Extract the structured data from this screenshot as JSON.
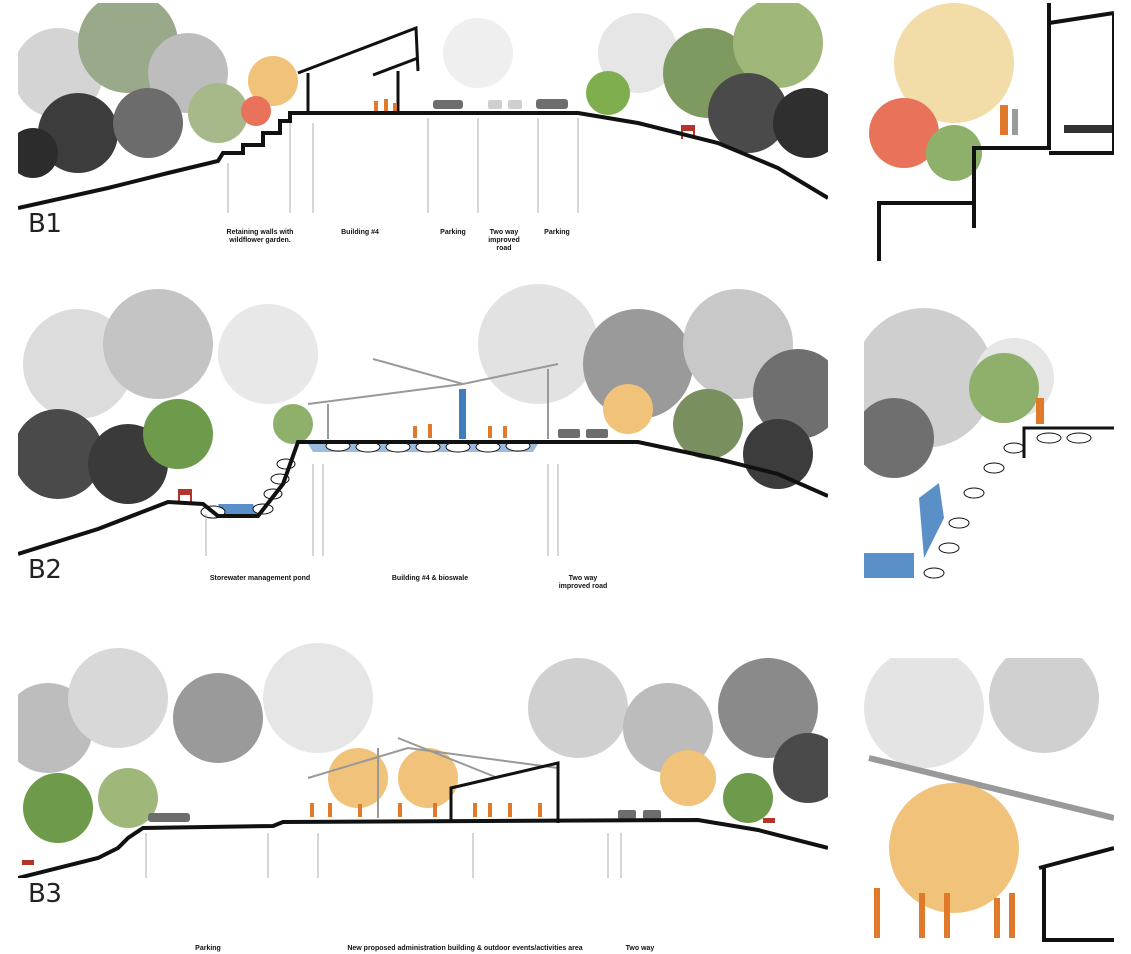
{
  "sections": [
    {
      "id": "B1",
      "label": "B1",
      "annotations": [
        {
          "key": "retaining",
          "text": "Retaining walls with\nwildflower garden."
        },
        {
          "key": "building",
          "text": "Building #4"
        },
        {
          "key": "parking1",
          "text": "Parking"
        },
        {
          "key": "road",
          "text": "Two way\nimproved\nroad"
        },
        {
          "key": "parking2",
          "text": "Parking"
        }
      ]
    },
    {
      "id": "B2",
      "label": "B2",
      "annotations": [
        {
          "key": "pond",
          "text": "Storewater management pond"
        },
        {
          "key": "bioswale",
          "text": "Building #4 & bioswale"
        },
        {
          "key": "road",
          "text": "Two way\nimproved road"
        }
      ]
    },
    {
      "id": "B3",
      "label": "B3",
      "annotations": [
        {
          "key": "parking",
          "text": "Parking"
        },
        {
          "key": "admin",
          "text": "New proposed administration building & outdoor events/activities area"
        },
        {
          "key": "road",
          "text": "Two way"
        }
      ]
    }
  ],
  "colors": {
    "tree_dark": "#3a3a3a",
    "tree_mid": "#8a8a8a",
    "tree_light": "#c9c9c9",
    "tree_green": "#7fa05a",
    "tree_yellow": "#f0c27a",
    "tree_red": "#e8735a",
    "people": "#e07a2a",
    "water": "#5b8fc7",
    "ground": "#111111",
    "deer": "#b3342a"
  }
}
